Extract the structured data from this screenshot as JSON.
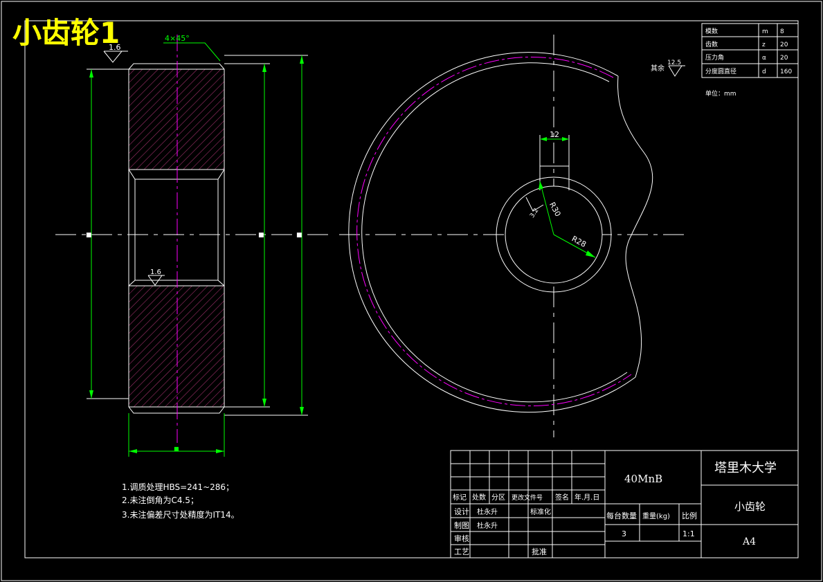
{
  "title": "小齿轮1",
  "colors": {
    "bg": "#000000",
    "line": "#ffffff",
    "dim": "#00ff00",
    "center": "#ff00ff",
    "hatch": "#a0306a",
    "title": "#ffff00"
  },
  "side_view": {
    "chamfer_note": "4×45°",
    "rough_top": "1.6",
    "rough_bore": "1.6",
    "dim_width": "■",
    "dim_d1": "■",
    "dim_d2": "■",
    "dim_d3": "■"
  },
  "front_view": {
    "dim_key_width": "12",
    "dim_r_small": "R30",
    "dim_r_bore": "R28",
    "angle_note": "3.2"
  },
  "other_surface": {
    "label": "其余",
    "value": "12.5"
  },
  "param_table": [
    [
      "模数",
      "m",
      "8"
    ],
    [
      "齿数",
      "z",
      "20"
    ],
    [
      "压力角",
      "α",
      "20"
    ],
    [
      "分度圆直径",
      "d",
      "160"
    ]
  ],
  "unit_note": "单位：mm",
  "notes": [
    "1.调质处理HBS=241~286；",
    "2.未注倒角为C4.5；",
    "3.未注偏差尺寸处精度为IT14。"
  ],
  "title_block": {
    "material": "40MnB",
    "school": "塔里木大学",
    "part_name": "小齿轮",
    "size": "A4",
    "rev_headers": [
      "标记",
      "处数",
      "分区",
      "更改文件号",
      "签名",
      "年.月.日"
    ],
    "design_label": "设计",
    "design_name": "杜永升",
    "std_label": "标准化",
    "draw_label": "制图",
    "draw_name": "杜永升",
    "check_label": "审核",
    "process_label": "工艺",
    "approve_label": "批准",
    "qty_label": "每台数量",
    "weight_label": "重量(kg)",
    "scale_label": "比例",
    "qty_value": "3",
    "scale_value": "1:1"
  }
}
